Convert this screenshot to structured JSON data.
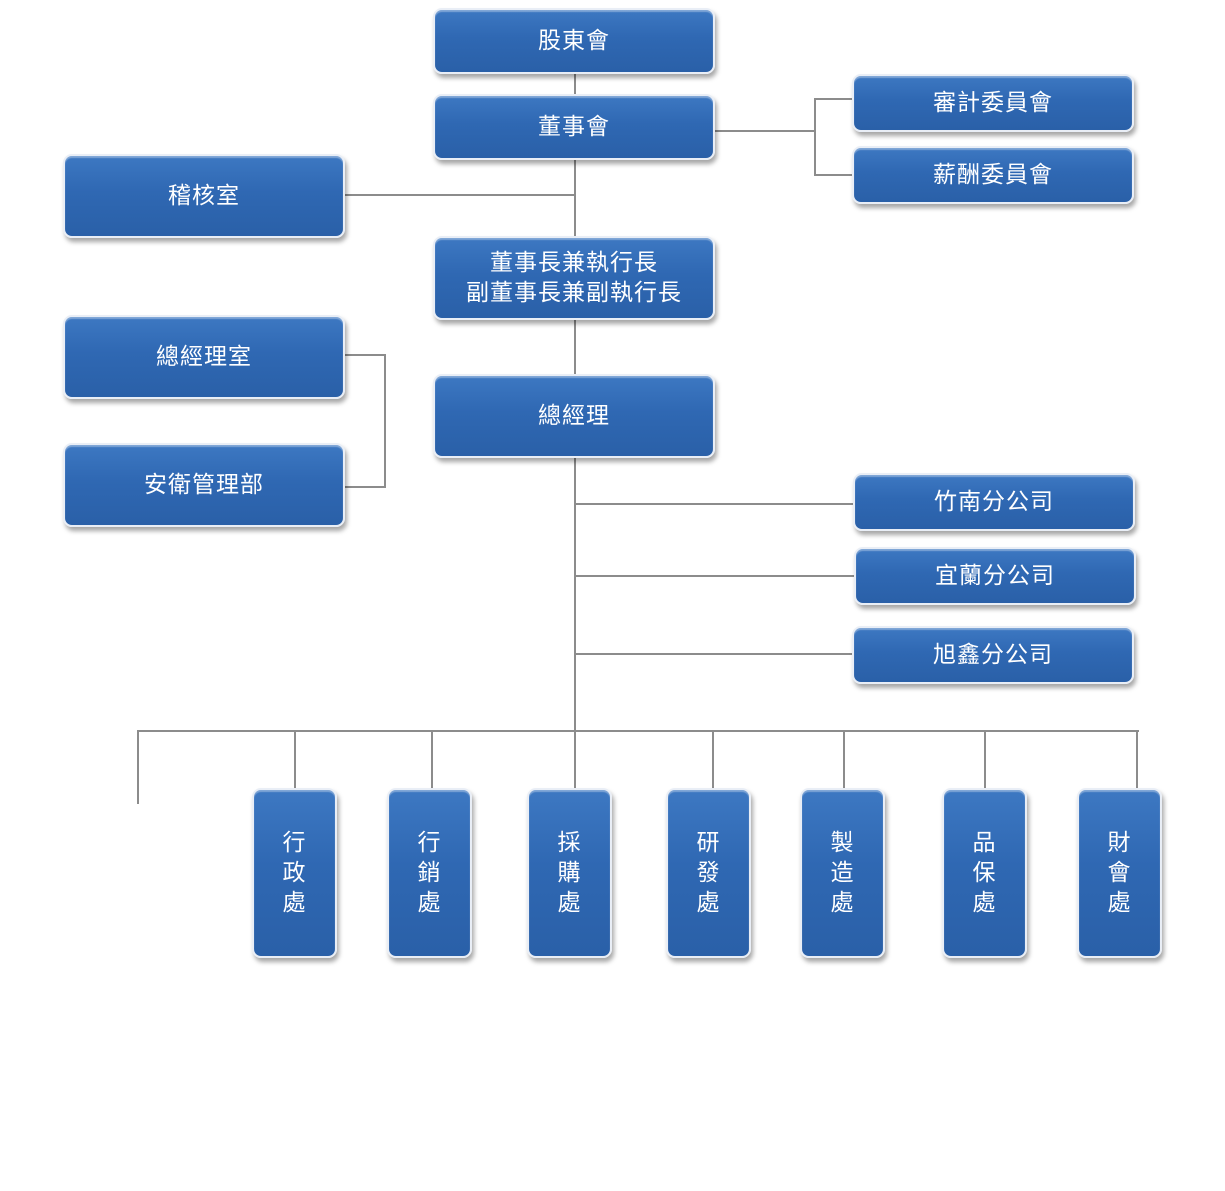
{
  "org_chart": {
    "shareholders": "股東會",
    "board": "董事會",
    "audit_committee": "審計委員會",
    "remuneration_committee": "薪酬委員會",
    "internal_audit": "稽核室",
    "chairman_line1": "董事長兼執行長",
    "chairman_line2": "副董事長兼副執行長",
    "gm_office": "總經理室",
    "safety_dept": "安衛管理部",
    "general_manager": "總經理",
    "branches": [
      "竹南分公司",
      "宜蘭分公司",
      "旭鑫分公司"
    ],
    "departments": [
      "行政處",
      "行銷處",
      "採購處",
      "研發處",
      "製造處",
      "品保處",
      "財會處"
    ]
  },
  "colors": {
    "node_fill": "#2f68b3",
    "node_text": "#ffffff",
    "connector": "#8c8c8c"
  }
}
